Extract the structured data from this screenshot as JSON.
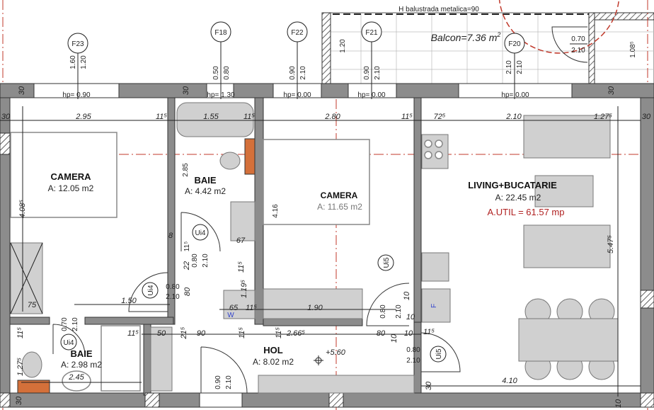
{
  "balcony": {
    "railing_note": "H balustrada metalica=90",
    "area_label": "Balcon=7.36 m",
    "area_sup": "2",
    "door_width": "0.70",
    "door_height": "2.10",
    "depth_left": "1.20",
    "depth_right": "1.08⁵"
  },
  "rooms": [
    {
      "name": "CAMERA",
      "area": "A: 12.05 m2"
    },
    {
      "name": "BAIE",
      "area": "A: 4.42 m2"
    },
    {
      "name": "CAMERA",
      "area": "A: 11.65 m2"
    },
    {
      "name": "LIVING+BUCATARIE",
      "area": "A: 22.45 m2"
    },
    {
      "name": "BAIE",
      "area": "A: 2.98 m2"
    },
    {
      "name": "HOL",
      "area": "A: 8.02 m2"
    }
  ],
  "total_useful_area": "A.UTIL = 61.57 mp",
  "level_mark": "+5.60",
  "windows": [
    {
      "tag": "F23",
      "dim_a": "1.60",
      "dim_b": "1.20",
      "sill": "hp= 0.90"
    },
    {
      "tag": "F18",
      "dim_a": "0.50",
      "dim_b": "0.80",
      "sill": "hp= 1.30"
    },
    {
      "tag": "F22",
      "dim_a": "0.90",
      "dim_b": "2.10",
      "sill": "hp= 0.00"
    },
    {
      "tag": "F21",
      "dim_a": "0.90",
      "dim_b": "2.10",
      "sill": "hp= 0.00"
    },
    {
      "tag": "F20",
      "dim_a": "2.10",
      "dim_b": "2.10",
      "sill": "hp= 0.00"
    }
  ],
  "doors": [
    {
      "tag": "Ui4",
      "width": "0.80",
      "height": "2.10"
    },
    {
      "tag": "Ui4",
      "width": "0.80",
      "height": "2.10"
    },
    {
      "tag": "Ui4",
      "width": "0.70",
      "height": "2.10"
    },
    {
      "tag": "Ui5",
      "width": "0.80",
      "height": "2.10"
    },
    {
      "tag": "Ui5",
      "width": "0.80",
      "height": "2.10"
    },
    {
      "tag": "",
      "width": "0.90",
      "height": "2.10"
    }
  ],
  "dimensions": {
    "top": [
      "30",
      "2.95",
      "11⁵",
      "1.55",
      "11⁵",
      "2.80",
      "11⁵",
      "72⁵",
      "2.10",
      "1.27⁵"
    ],
    "wall_thickness": [
      "30",
      "30",
      "30",
      "30",
      "30",
      "30"
    ],
    "vertical": [
      "4.08⁵",
      "2.85",
      "4.16",
      "5.47⁵",
      "1.19⁵",
      "11⁵",
      "22",
      "80",
      "11⁵",
      "8",
      "67",
      "1.27⁵",
      "11⁵"
    ],
    "middle": [
      "75",
      "1.50",
      "65",
      "11⁵",
      "1.90",
      "10"
    ],
    "hall": [
      "50",
      "21⁵",
      "90",
      "11⁵",
      "11⁵",
      "2.66⁵",
      "80",
      "10",
      "10",
      "11⁵",
      "11⁵",
      "10"
    ],
    "bottom": [
      "2.45",
      "4.10",
      "10"
    ]
  },
  "appliance_labels": {
    "washer": "W",
    "fridge": "F"
  },
  "colors": {
    "wall": "#8c8c8c",
    "axis": "#c0392b",
    "util_text": "#b02020",
    "appliance_text": "#3344cc"
  }
}
